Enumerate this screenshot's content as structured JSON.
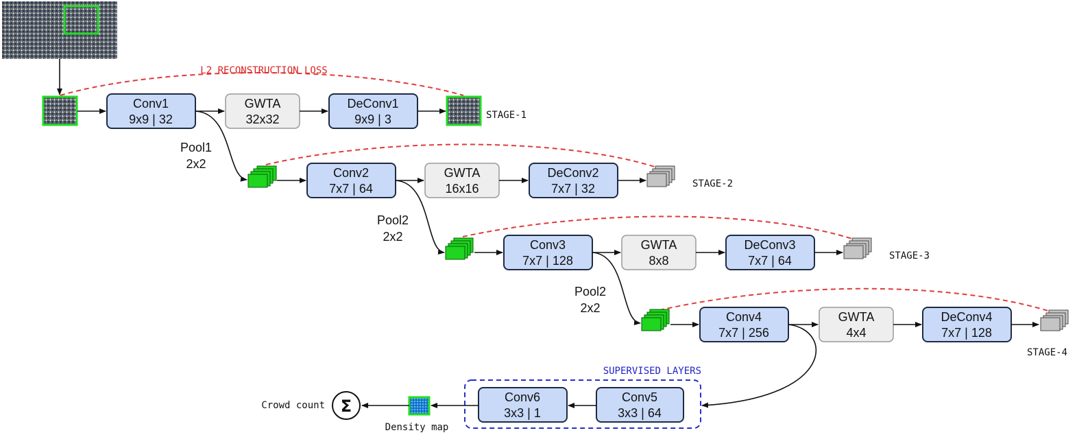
{
  "loss_label": "L2 RECONSTRUCTION LOSS",
  "supervised_label": "SUPERVISED LAYERS",
  "stages": [
    {
      "label": "STAGE-1",
      "conv": {
        "name": "Conv1",
        "spec": "9x9 | 32"
      },
      "gwta": {
        "name": "GWTA",
        "spec": "32x32"
      },
      "deconv": {
        "name": "DeConv1",
        "spec": "9x9 | 3"
      }
    },
    {
      "label": "STAGE-2",
      "pool": {
        "name": "Pool1",
        "spec": "2x2"
      },
      "conv": {
        "name": "Conv2",
        "spec": "7x7 | 64"
      },
      "gwta": {
        "name": "GWTA",
        "spec": "16x16"
      },
      "deconv": {
        "name": "DeConv2",
        "spec": "7x7 | 32"
      }
    },
    {
      "label": "STAGE-3",
      "pool": {
        "name": "Pool2",
        "spec": "2x2"
      },
      "conv": {
        "name": "Conv3",
        "spec": "7x7 | 128"
      },
      "gwta": {
        "name": "GWTA",
        "spec": "8x8"
      },
      "deconv": {
        "name": "DeConv3",
        "spec": "7x7 | 64"
      }
    },
    {
      "label": "STAGE-4",
      "pool": {
        "name": "Pool2",
        "spec": "2x2"
      },
      "conv": {
        "name": "Conv4",
        "spec": "7x7 | 256"
      },
      "gwta": {
        "name": "GWTA",
        "spec": "4x4"
      },
      "deconv": {
        "name": "DeConv4",
        "spec": "7x7 | 128"
      }
    }
  ],
  "supervised": {
    "conv5": {
      "name": "Conv5",
      "spec": "3x3 | 64"
    },
    "conv6": {
      "name": "Conv6",
      "spec": "3x3 | 1"
    }
  },
  "density_map_label": "Density map",
  "crowd_count_label": "Crowd count",
  "sum_symbol": "Σ",
  "colors": {
    "conv_fill": "#c9daf8",
    "gwta_fill": "#eeeeee",
    "feature_map": "#1fd51f",
    "loss": "#e03a3a",
    "supervised": "#2330c8"
  }
}
